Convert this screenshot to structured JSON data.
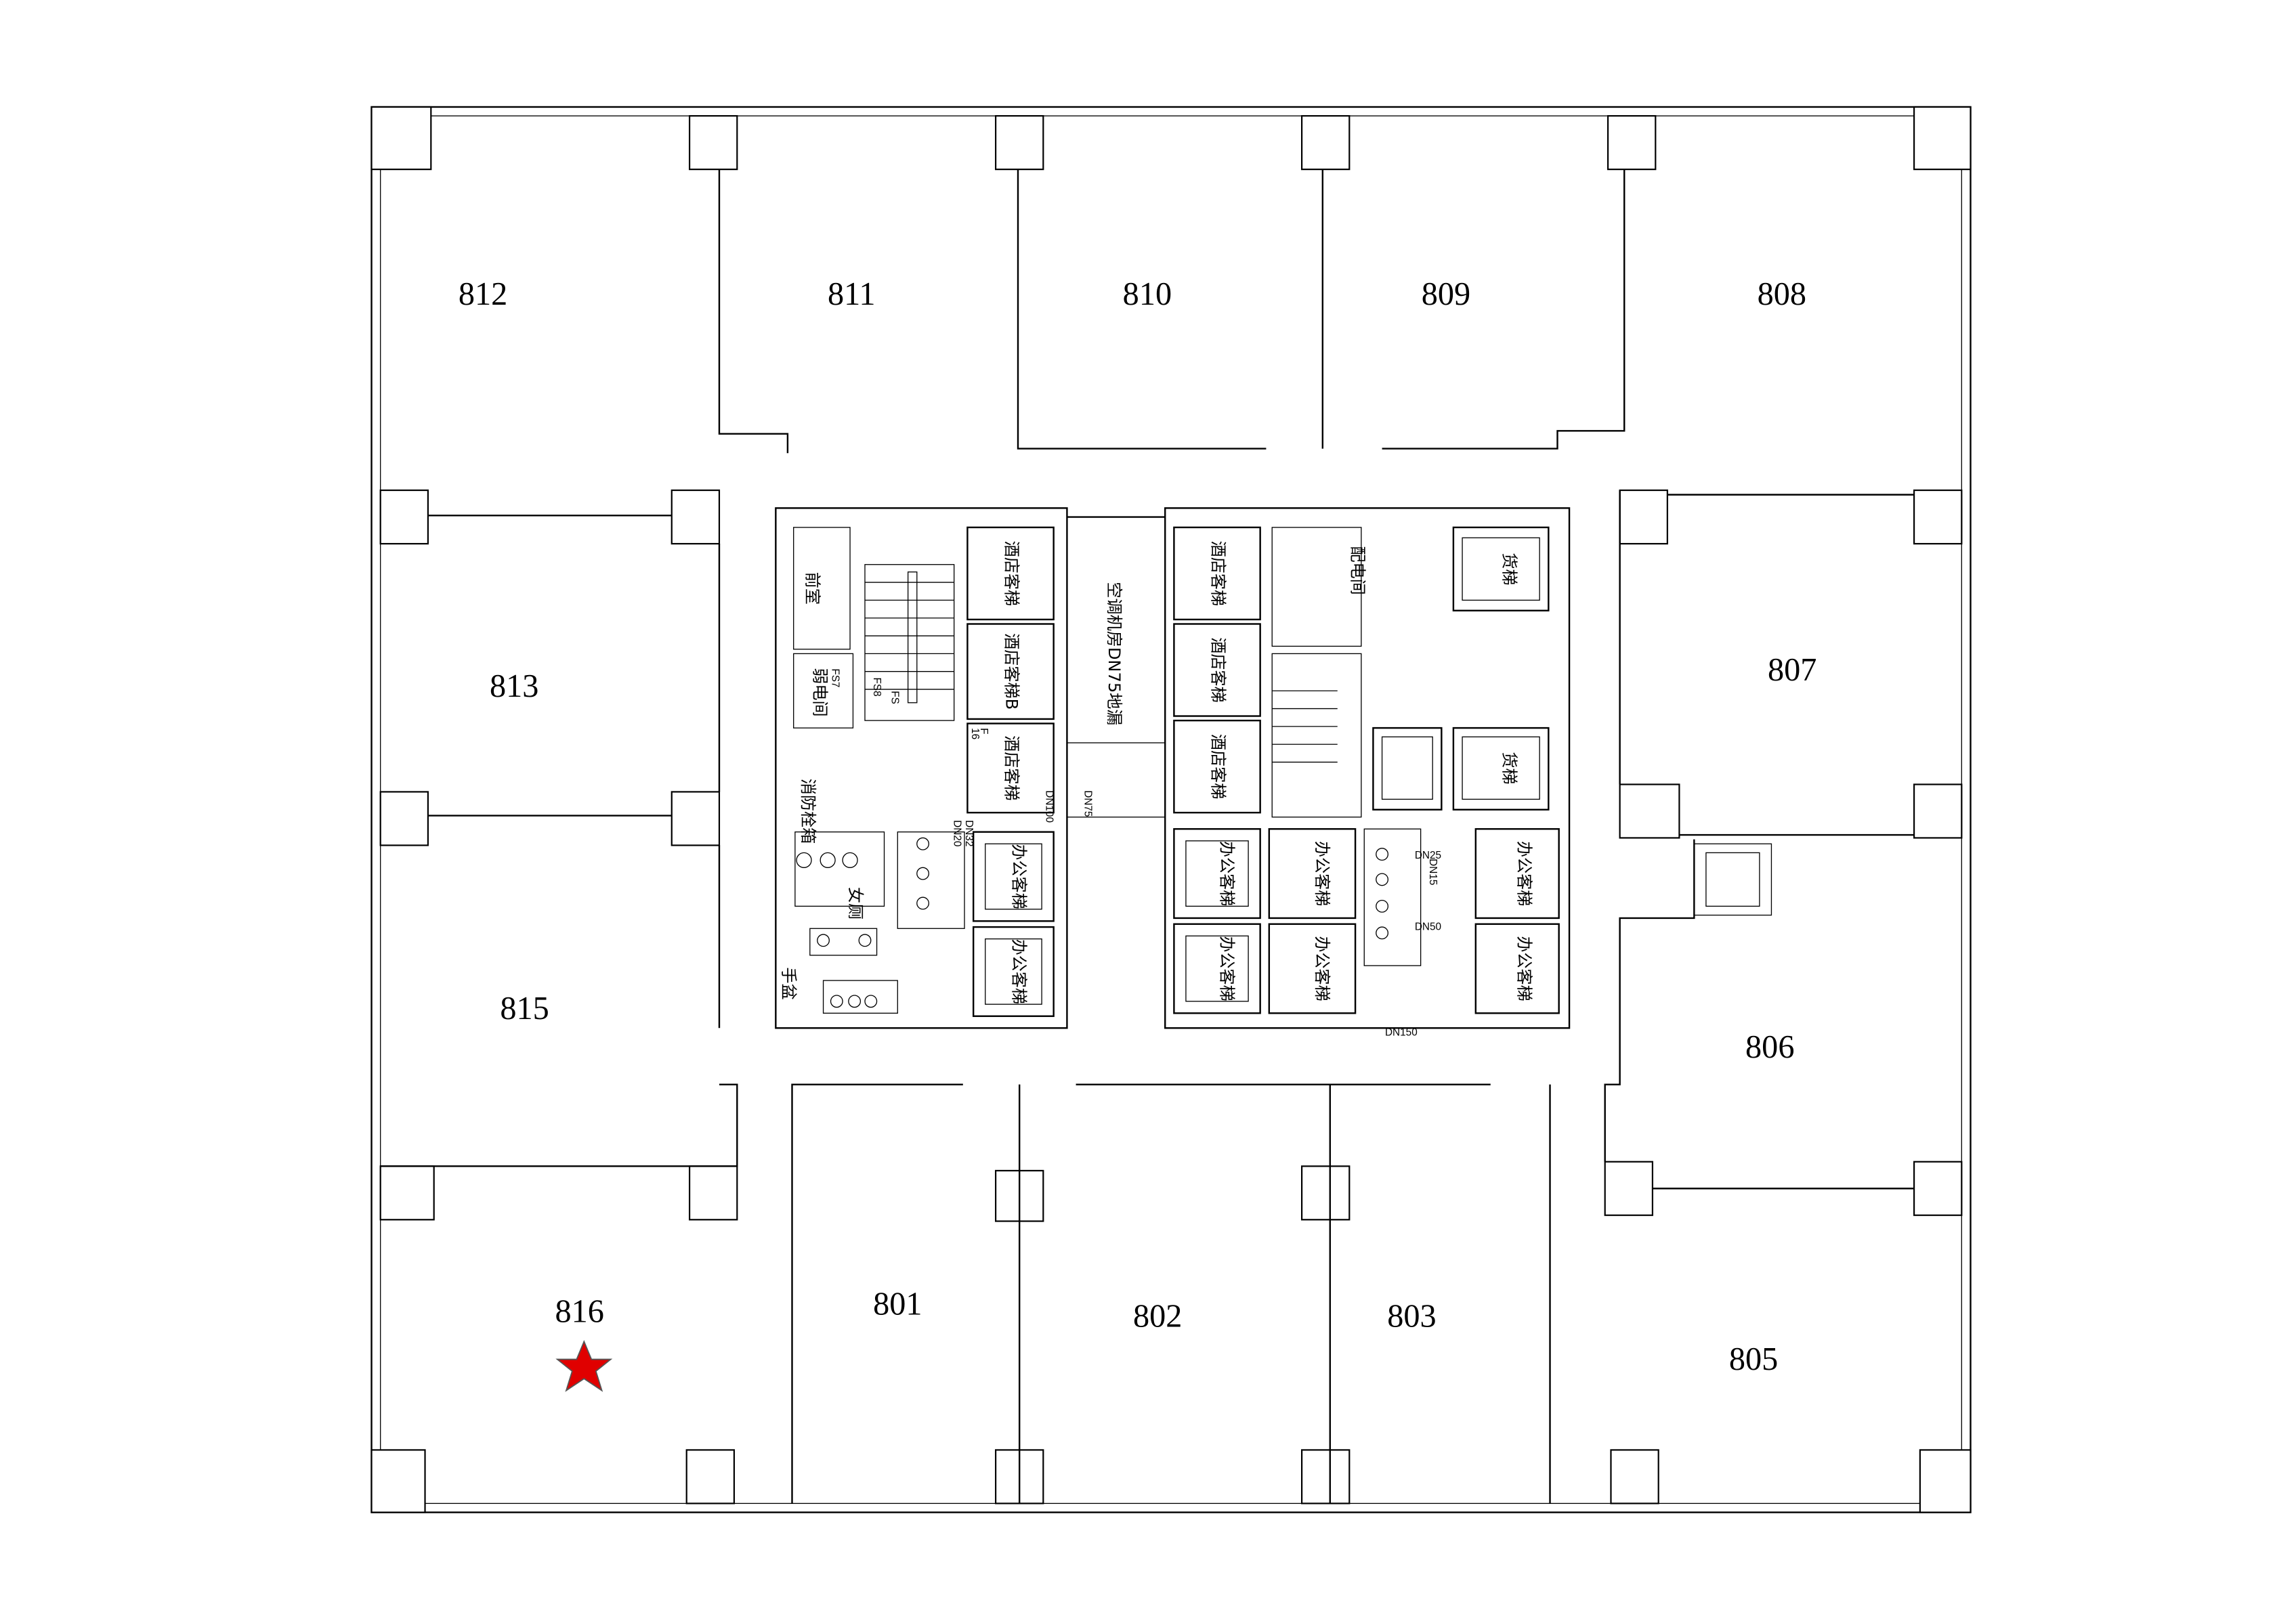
{
  "rooms": {
    "r812": "812",
    "r811": "811",
    "r810": "810",
    "r809": "809",
    "r808": "808",
    "r813": "813",
    "r807": "807",
    "r815": "815",
    "r806": "806",
    "r816": "816",
    "r801": "801",
    "r802": "802",
    "r803": "803",
    "r805": "805"
  },
  "core": {
    "front_room": "前室",
    "weak_current": "弱电间",
    "hotel_elevator": "酒店客梯",
    "hotel_elevator_b": "酒店客梯B",
    "ac_room": "空调机房DN75地漏",
    "power_room": "配电间",
    "freight_elevator": "货梯",
    "office_elevator": "办公客梯",
    "womens_wc": "女厕",
    "fire_hose": "消防栓箱",
    "hand_basin": "手盆"
  },
  "pipes": {
    "dn100": "DN100",
    "dn75": "DN75",
    "dn150": "DN150",
    "dn25": "DN25",
    "dn50": "DN50",
    "dn20": "DN20",
    "dn32": "DN32",
    "dn15": "DN15",
    "fs": "FS",
    "fs8": "FS8",
    "fs7": "FS7",
    "f": "F",
    "f16": "16"
  },
  "marker": {
    "selected_room": "816",
    "color": "#e00000"
  }
}
